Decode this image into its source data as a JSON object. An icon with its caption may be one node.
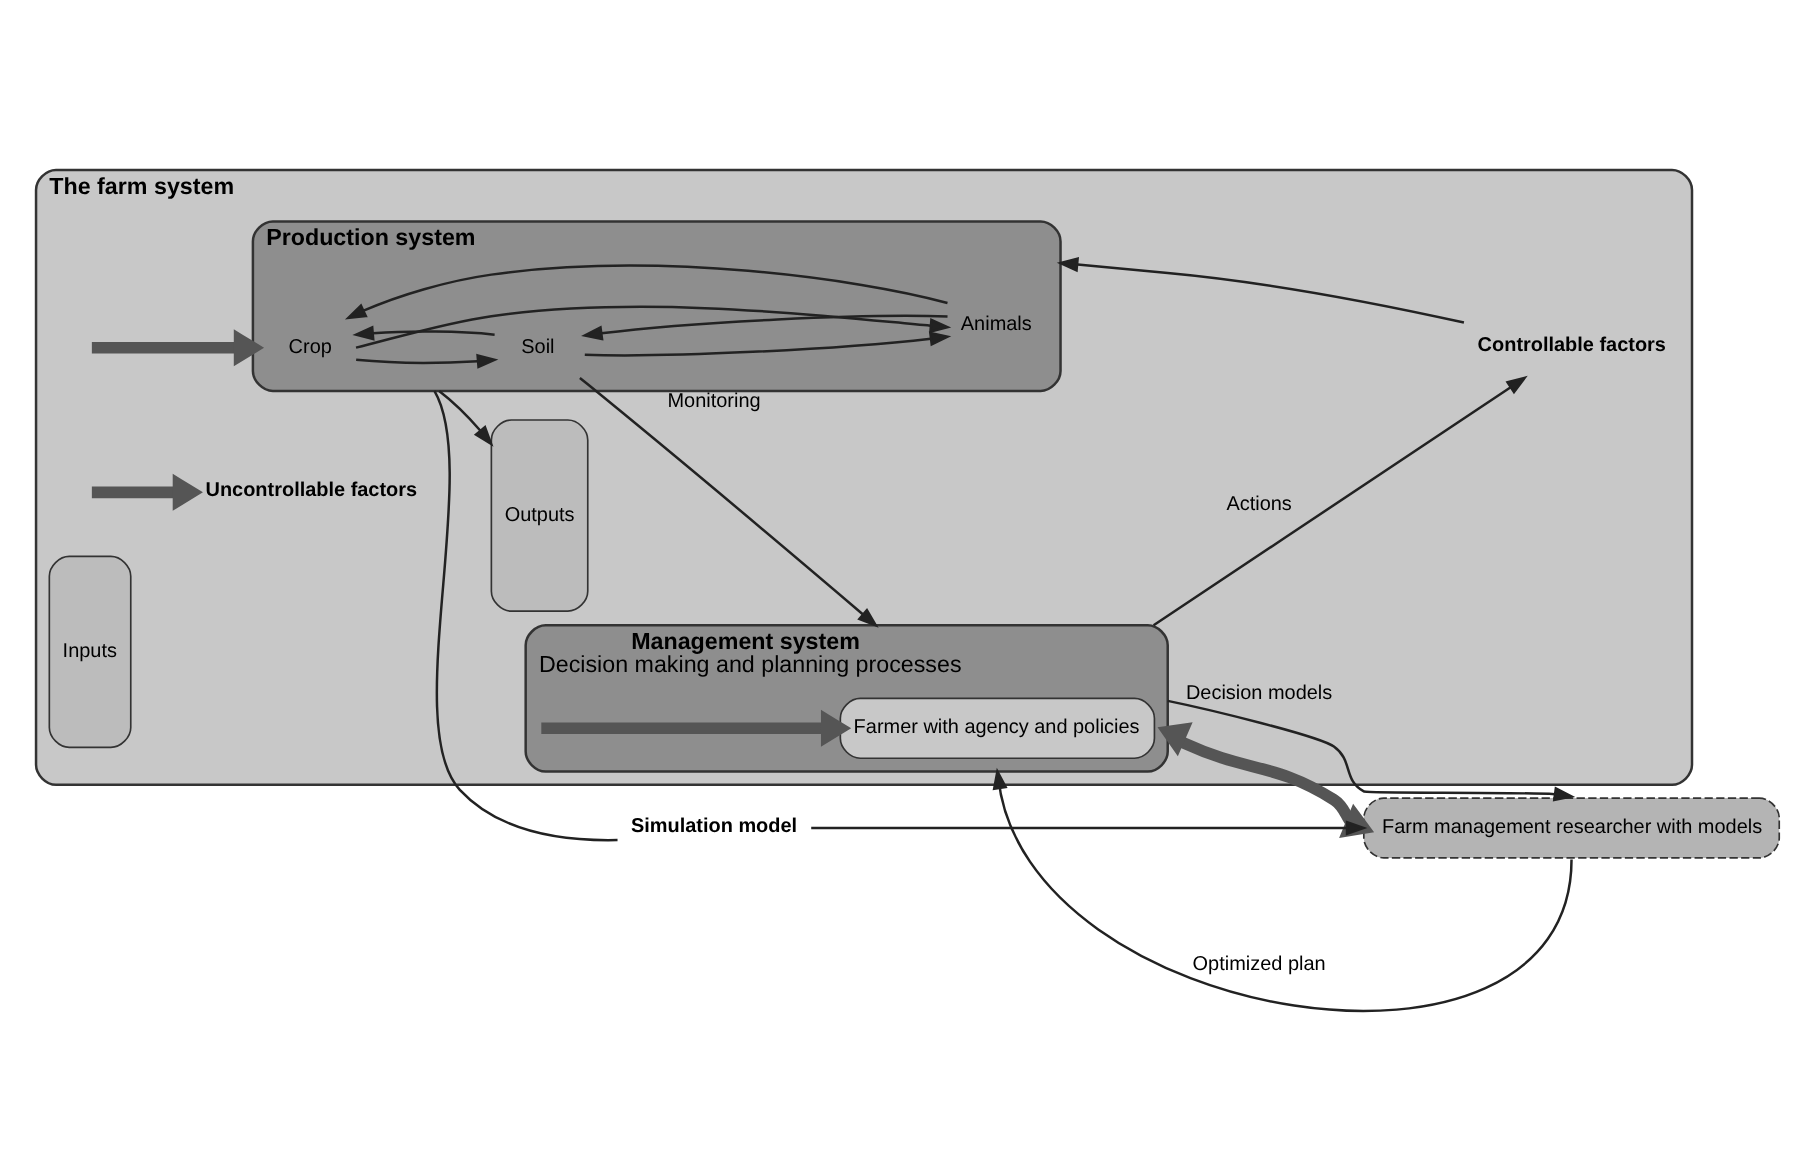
{
  "diagram": {
    "nodes": [
      {
        "text": [
          "The farm system"
        ]
      },
      {
        "text": [
          "Management system",
          "Decision making and planning processes"
        ],
        "in": 0
      },
      {
        "text": [
          "Farmer with agency and policies"
        ],
        "in": 1
      },
      {
        "text": [
          "Production system"
        ],
        "in": 0
      },
      {
        "text": [
          "Crop"
        ],
        "in": 3
      },
      {
        "text": [
          "Soil"
        ],
        "in": 3
      },
      {
        "text": [
          "Animals"
        ],
        "in": 3
      },
      {
        "text": [
          "Inputs"
        ],
        "in": 0
      },
      {
        "text": [
          "Outputs"
        ],
        "in": 0
      },
      {
        "text": [
          "Controllable factors"
        ],
        "in": 0
      },
      {
        "text": [
          "Uncontrollable factors"
        ],
        "in": 0
      },
      {
        "text": [
          "Farm management researcher with models"
        ]
      },
      {
        "text": [
          "Simulation model"
        ]
      }
    ],
    "edges": [
      {
        "from": 1,
        "to": 9,
        "arrow": "to",
        "label": "Actions"
      },
      {
        "from": 9,
        "to": 3,
        "arrow": "to"
      },
      {
        "from": 4,
        "to": 5,
        "arrow": "to"
      },
      {
        "from": 5,
        "to": 4,
        "arrow": "to"
      },
      {
        "from": 4,
        "to": 6,
        "arrow": "to"
      },
      {
        "from": 6,
        "to": 4,
        "arrow": "to"
      },
      {
        "from": 6,
        "to": 5,
        "arrow": "to"
      },
      {
        "from": 5,
        "to": 6,
        "arrow": "to"
      },
      {
        "from": 5,
        "to": 1,
        "arrow": "to",
        "label": "Monitoring"
      },
      {
        "from": 3,
        "to": 8,
        "arrow": "to"
      },
      {
        "from": 3,
        "to": 12,
        "arrow": "none"
      },
      {
        "from": 12,
        "to": 11,
        "arrow": "to"
      },
      {
        "from": 1,
        "to": 11,
        "arrow": "to",
        "label": "Decision models"
      },
      {
        "from": 11,
        "to": 1,
        "arrow": "to",
        "label": "Optimized plan"
      },
      {
        "from": 1,
        "to": 11,
        "arrow": "both",
        "style": "thick",
        "color": "#555555"
      },
      {
        "from": null,
        "to": 2,
        "arrow": "to",
        "style": "thick",
        "color": "#555555"
      },
      {
        "from": null,
        "to": 3,
        "arrow": "to",
        "style": "thick",
        "color": "#555555"
      },
      {
        "from": null,
        "to": 10,
        "arrow": "to",
        "style": "thick",
        "color": "#555555"
      }
    ]
  }
}
